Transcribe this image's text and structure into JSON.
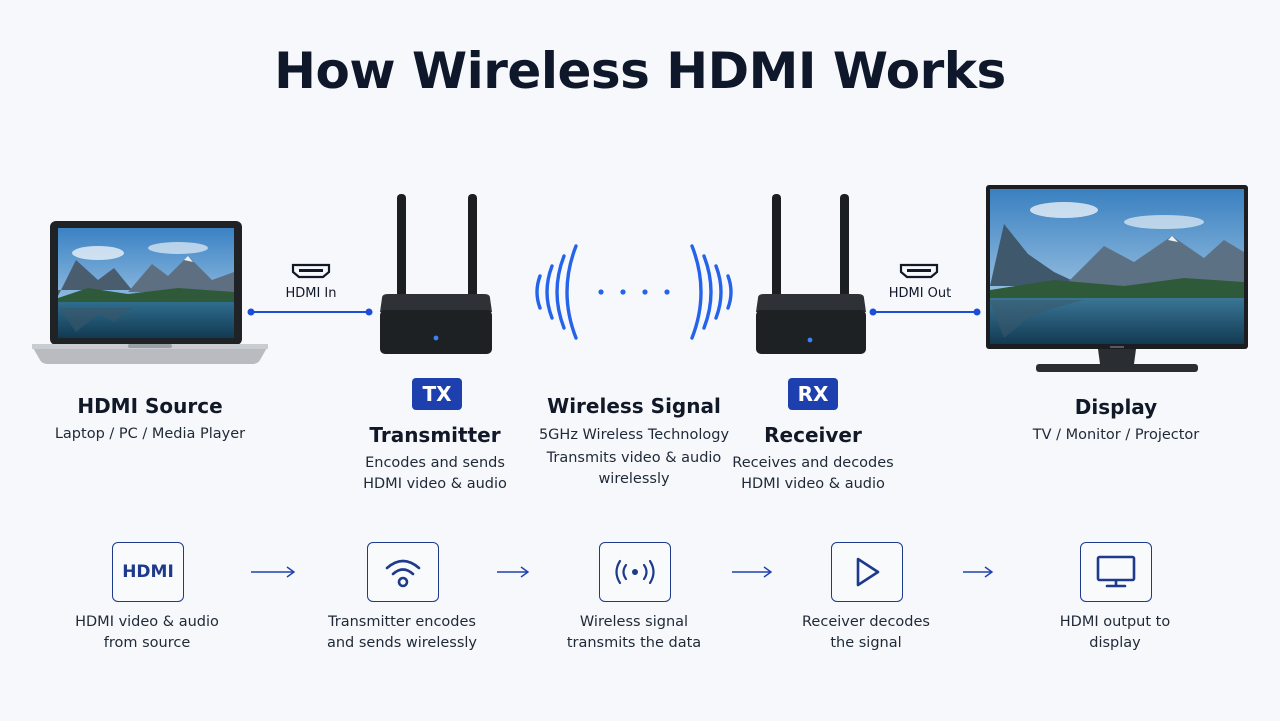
{
  "title": "How Wireless HDMI Works",
  "devices": {
    "source": {
      "heading": "HDMI Source",
      "sub": "Laptop / PC / Media Player"
    },
    "transmitter": {
      "badge": "TX",
      "heading": "Transmitter",
      "desc_line1": "Encodes and sends",
      "desc_line2": "HDMI video & audio"
    },
    "signal": {
      "heading": "Wireless Signal",
      "line1": "5GHz Wireless Technology",
      "line2": "Transmits video & audio",
      "line3": "wirelessly"
    },
    "receiver": {
      "badge": "RX",
      "heading": "Receiver",
      "desc_line1": "Receives and decodes",
      "desc_line2": "HDMI video & audio"
    },
    "display": {
      "heading": "Display",
      "sub": "TV / Monitor / Projector"
    }
  },
  "ports": {
    "in_label": "HDMI In",
    "out_label": "HDMI Out"
  },
  "steps": [
    {
      "icon": "hdmi-text-icon",
      "icon_text": "HDMI",
      "line1": "HDMI video & audio",
      "line2": "from source"
    },
    {
      "icon": "wifi-icon",
      "line1": "Transmitter encodes",
      "line2": "and sends wirelessly"
    },
    {
      "icon": "broadcast-icon",
      "line1": "Wireless signal",
      "line2": "transmits the data"
    },
    {
      "icon": "play-icon",
      "line1": "Receiver decodes",
      "line2": "the signal"
    },
    {
      "icon": "monitor-icon",
      "line1": "HDMI output to",
      "line2": "display"
    }
  ],
  "colors": {
    "accent": "#1e40af",
    "signal": "#2563eb",
    "line": "#1d4ed8"
  }
}
